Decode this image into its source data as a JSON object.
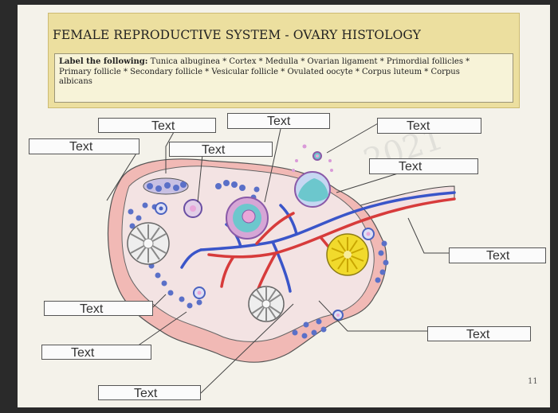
{
  "worksheet": {
    "title": "FEMALE REPRODUCTIVE SYSTEM - OVARY HISTOLOGY",
    "instruction_lead": "Label the following:",
    "instruction_line1": " Tunica albuginea * Cortex * Medulla * Ovarian ligament * Primordial follicles *",
    "instruction_line2": "Primary follicle * Secondary follicle * Vesicular follicle * Ovulated oocyte * Corpus luteum * Corpus",
    "instruction_line3": "albicans",
    "page_number": "11"
  },
  "labels": [
    {
      "id": "top-left-inner",
      "text": "Text"
    },
    {
      "id": "top-middle",
      "text": "Text"
    },
    {
      "id": "top-right",
      "text": "Text"
    },
    {
      "id": "left-top",
      "text": "Text"
    },
    {
      "id": "middle-top",
      "text": "Text"
    },
    {
      "id": "right-upper",
      "text": "Text"
    },
    {
      "id": "right-middle",
      "text": "Text"
    },
    {
      "id": "left-middle",
      "text": "Text"
    },
    {
      "id": "right-lower",
      "text": "Text"
    },
    {
      "id": "left-lower",
      "text": "Text"
    },
    {
      "id": "bottom-center",
      "text": "Text"
    }
  ],
  "colors": {
    "tissue_outer": "#f1b9b5",
    "tissue_inner": "#f3e3e3",
    "artery": "#d73b3b",
    "vein": "#3a55c9",
    "corpus_luteum": "#f1da2c",
    "follicle_antrum": "#6cc7cd",
    "oocyte": "#e9a7d9"
  }
}
